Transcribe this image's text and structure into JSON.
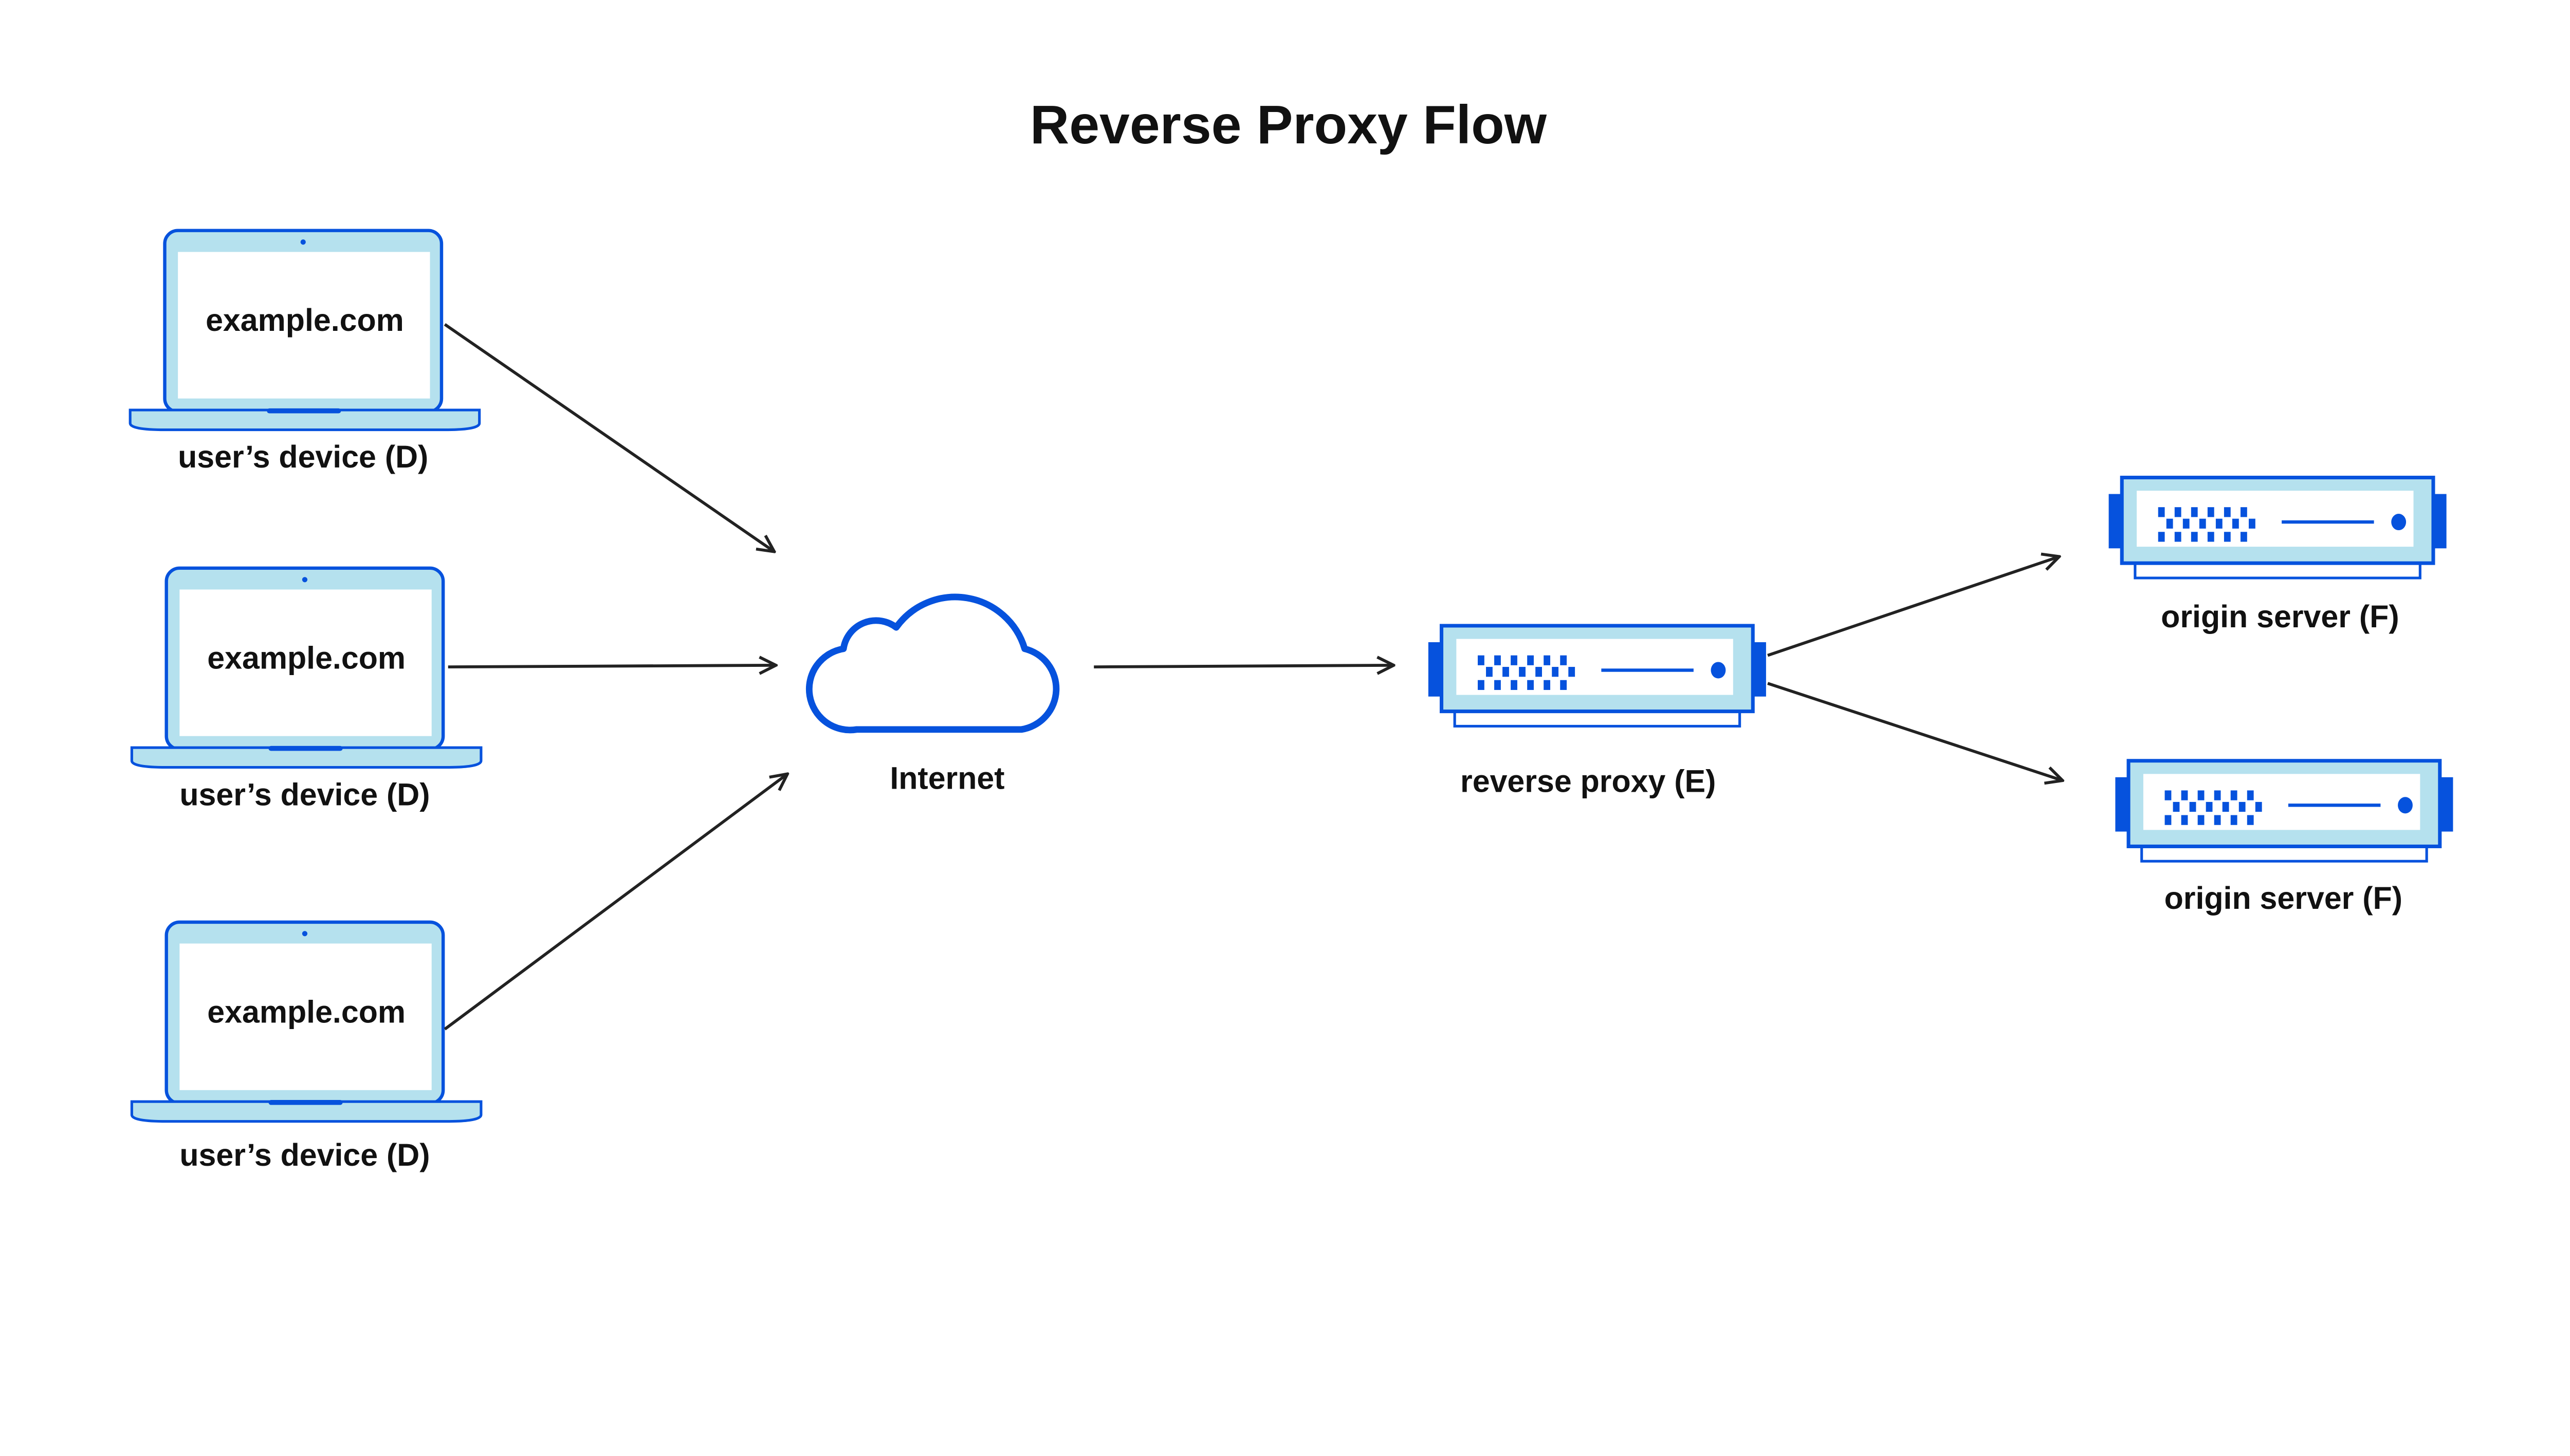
{
  "title": "Reverse Proxy Flow",
  "colors": {
    "primary_blue": "#0652DD",
    "light_blue": "#B5E1EE",
    "arrow": "#222222"
  },
  "devices": [
    {
      "screen_text": "example.com",
      "label": "user’s device (D)"
    },
    {
      "screen_text": "example.com",
      "label": "user’s device (D)"
    },
    {
      "screen_text": "example.com",
      "label": "user’s device (D)"
    }
  ],
  "internet": {
    "label": "Internet",
    "icon": "cloud-icon"
  },
  "proxy": {
    "label": "reverse proxy (E)",
    "icon": "server-icon"
  },
  "origins": [
    {
      "label": "origin server (F)",
      "icon": "server-icon"
    },
    {
      "label": "origin server (F)",
      "icon": "server-icon"
    }
  ]
}
